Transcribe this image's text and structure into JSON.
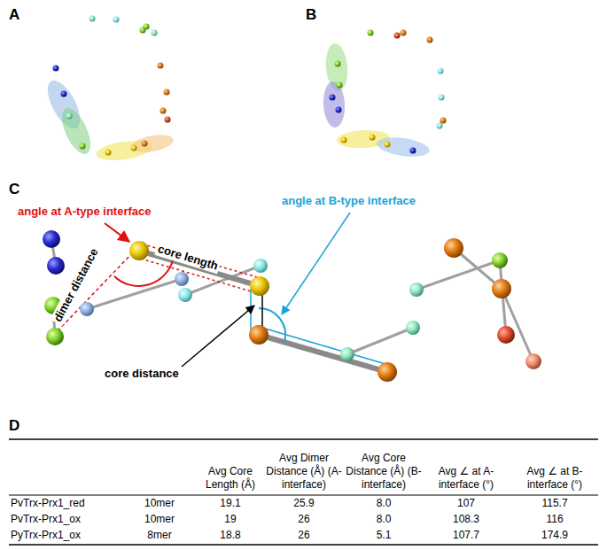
{
  "diagram": {
    "labels": [
      "A",
      "B",
      "C",
      "angle at A-type interface",
      "angle at B-type interface",
      "dimer distance",
      "core length",
      "core distance",
      "D",
      "Avg Core Length (Å)",
      "Avg Dimer Distance (Å) (A-interface)",
      "Avg Core Distance (Å) (B-interface)",
      "Avg ∠ at A-interface (°)",
      "Avg ∠ at B-interface (°)",
      "PvTrx-Prx1_red",
      "10mer",
      "19.1",
      "25.9",
      "8.0",
      "107",
      "115.7",
      "PvTrx-Prx1_ox",
      "10mer",
      "19",
      "26",
      "8.0",
      "108.3",
      "116",
      "PyTrx-Prx1_ox",
      "8mer",
      "18.8",
      "26",
      "5.1",
      "107.7",
      "174.9"
    ]
  }
}
